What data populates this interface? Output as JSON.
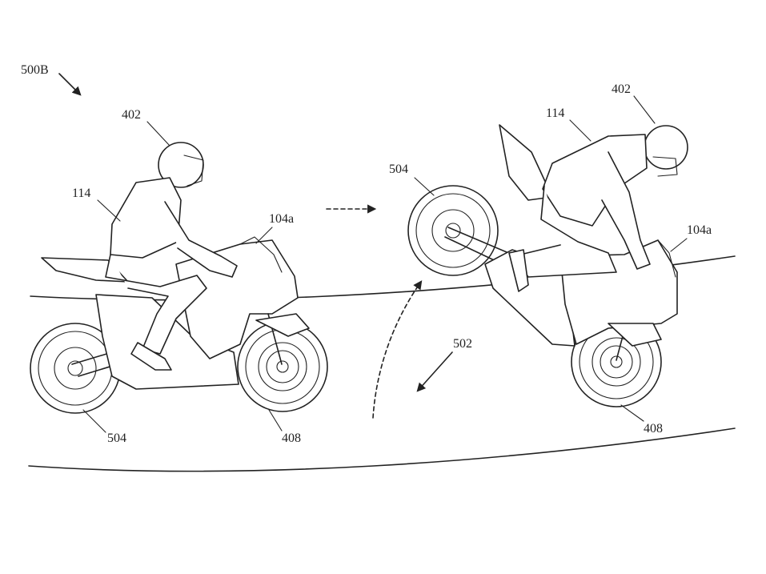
{
  "figure": {
    "figure_label": "500B",
    "labels": {
      "left_rider": "402",
      "left_seat": "114",
      "left_front": "104a",
      "left_rear_wheel": "504",
      "left_front_wheel": "408",
      "ground": "502",
      "right_rear_wheel": "504",
      "right_seat": "114",
      "right_rider": "402",
      "right_front": "104a",
      "right_front_wheel": "408"
    }
  }
}
